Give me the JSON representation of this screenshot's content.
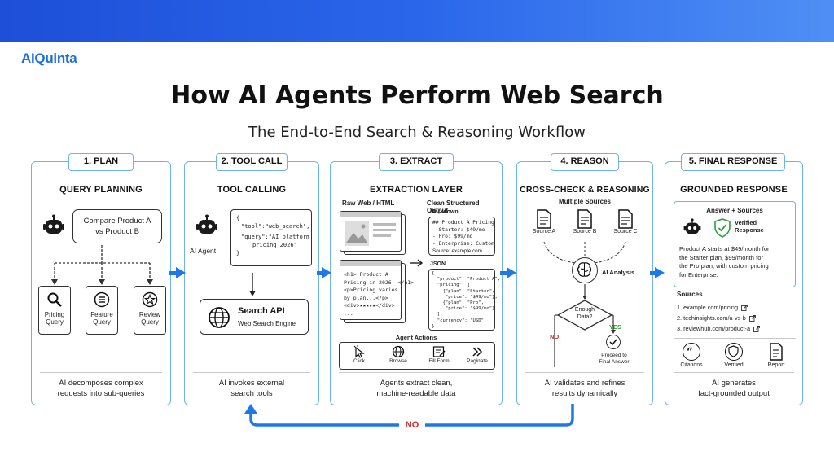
{
  "brand": {
    "logo": "AIQuinta"
  },
  "header": {
    "title": "How AI Agents Perform Web Search",
    "subtitle": "The End-to-End Search & Reasoning Workflow"
  },
  "steps": [
    {
      "tag": "1. PLAN",
      "heading": "QUERY PLANNING",
      "bubble_line1": "Compare Product A",
      "bubble_line2": "vs Product B",
      "subqueries": [
        {
          "line1": "Pricing",
          "line2": "Query",
          "icon": "magnifier-icon"
        },
        {
          "line1": "Feature",
          "line2": "Query",
          "icon": "list-icon"
        },
        {
          "line1": "Review",
          "line2": "Query",
          "icon": "star-icon"
        }
      ],
      "footer_line1": "AI decomposes complex",
      "footer_line2": "requests into sub-queries"
    },
    {
      "tag": "2. TOOL CALL",
      "heading": "TOOL CALLING",
      "agent_label": "AI Agent",
      "code_lines": [
        "{",
        "\"tool\":\"web_search\",",
        "\"query\":\"AI platform",
        "pricing 2026\"",
        "}"
      ],
      "api_title": "Search API",
      "api_subtitle": "Web Search Engine",
      "footer_line1": "AI invokes external",
      "footer_line2": "search tools"
    },
    {
      "tag": "3. EXTRACT",
      "heading": "EXTRACTION LAYER",
      "raw_label": "Raw Web / HTML",
      "clean_label": "Clean Structured Output",
      "markdown_label": "Markdown",
      "markdown_lines": [
        "## Product A Pricing",
        "- Starter: $49/mo",
        "- Pro: $99/mo",
        "- Enterprise: Custom"
      ],
      "markdown_source": "Source: example.com",
      "json_label": "JSON",
      "json_lines": [
        "{",
        "  \"product\": \"Product A\",",
        "  \"pricing\": [",
        "    {\"plan\": \"Starter\",",
        "     \"price\": \"$49/mo\"},",
        "    {\"plan\": \"Pro\",",
        "     \"price\": \"$99/mo\"}",
        "  ],",
        "  \"currency\": \"USD\"",
        "}"
      ],
      "html_lines": [
        "<h1> Product A",
        "Pricing in 2026  </h1>",
        "<p>Pricing varies",
        "by plan...</p>",
        "<div>★★★★★</div>",
        "..."
      ],
      "actions_label": "Agent Actions",
      "actions": [
        {
          "label": "Click",
          "icon": "cursor-click-icon"
        },
        {
          "label": "Browse",
          "icon": "globe-icon"
        },
        {
          "label": "Fill Form",
          "icon": "form-icon"
        },
        {
          "label": "Paginate",
          "icon": "chevrons-right-icon"
        }
      ],
      "footer_line1": "Agents extract clean,",
      "footer_line2": "machine-readable data"
    },
    {
      "tag": "4. REASON",
      "heading": "CROSS-CHECK & REASONING",
      "sources_label": "Multiple Sources",
      "sources": [
        "Source A",
        "Source B",
        "Source C"
      ],
      "analysis_label": "AI Analysis",
      "decision_line1": "Enough",
      "decision_line2": "Data?",
      "no_label": "NO",
      "yes_label": "YES",
      "proceed_line1": "Proceed to",
      "proceed_line2": "Final Answer",
      "footer_line1": "AI validates and refines",
      "footer_line2": "results dynamically"
    },
    {
      "tag": "5. FINAL RESPONSE",
      "heading": "GROUNDED RESPONSE",
      "answer_label": "Answer + Sources",
      "verified_line1": "Verified",
      "verified_line2": "Response",
      "answer_lines": [
        "Product A starts at $49/month for",
        "the Starter plan, $99/month for",
        "the Pro plan, with custom pricing",
        "for Enterprise."
      ],
      "sources_heading": "Sources",
      "source_links": [
        "1.  example.com/pricing",
        "2.  techinsights.com/a-vs-b",
        "3.  reviewhub.com/product-a"
      ],
      "badges": [
        {
          "label": "Citations",
          "icon": "quote-icon"
        },
        {
          "label": "Verified",
          "icon": "shield-check-icon"
        },
        {
          "label": "Report",
          "icon": "document-icon"
        }
      ],
      "footer_line1": "AI generates",
      "footer_line2": "fact-grounded output"
    }
  ],
  "loop": {
    "label": "NO"
  },
  "colors": {
    "accent": "#1f78e8",
    "panel_border": "#6db4ec",
    "no_red": "#d32f2f",
    "yes_green": "#2e9d3a"
  }
}
